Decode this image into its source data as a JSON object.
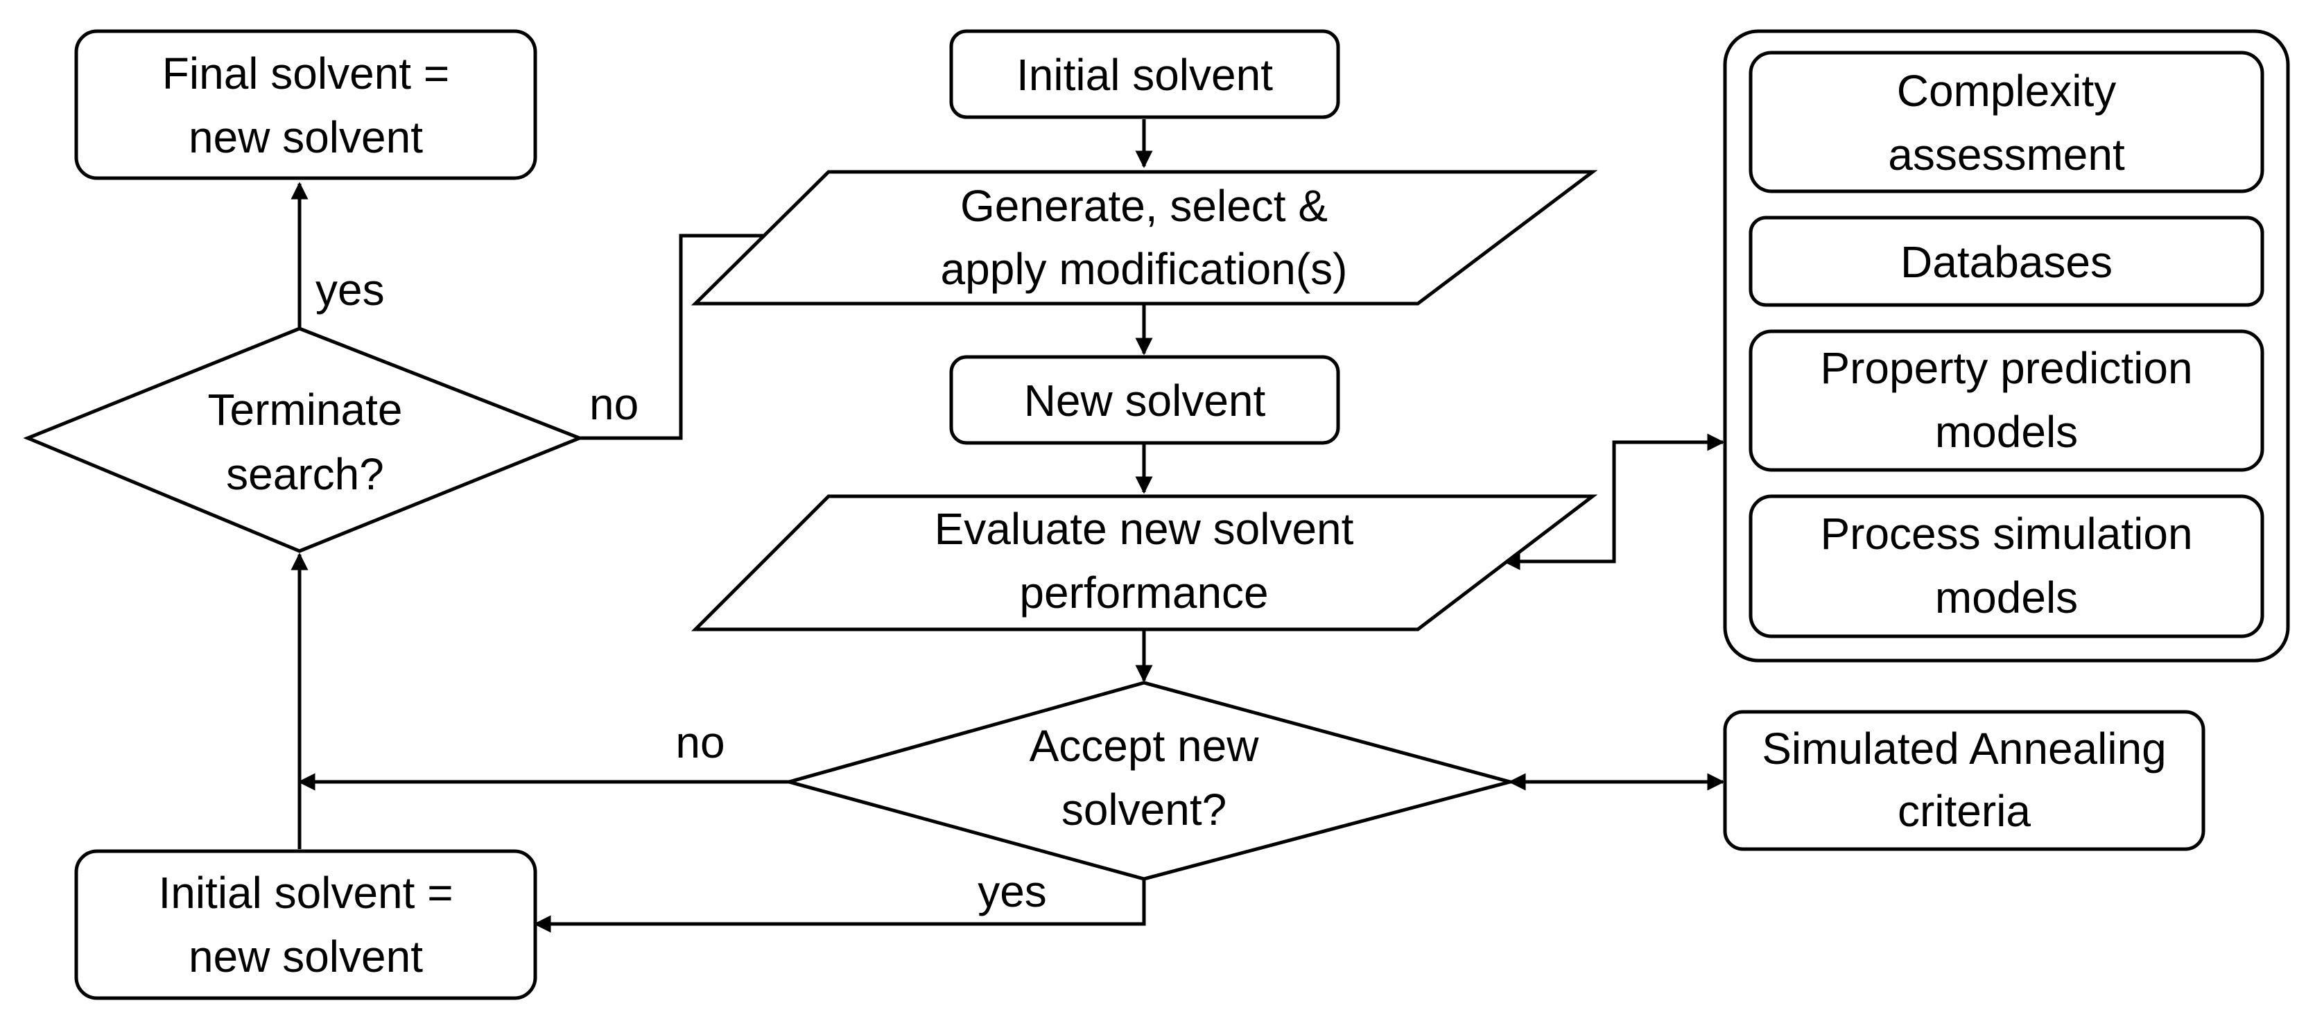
{
  "nodes": {
    "final_solvent": {
      "line1": "Final solvent =",
      "line2": "new solvent"
    },
    "initial_solvent": {
      "label": "Initial solvent"
    },
    "generate": {
      "line1": "Generate, select &",
      "line2": "apply modification(s)"
    },
    "new_solvent": {
      "label": "New solvent"
    },
    "evaluate": {
      "line1": "Evaluate new solvent",
      "line2": "performance"
    },
    "terminate": {
      "line1": "Terminate",
      "line2": "search?"
    },
    "accept": {
      "line1": "Accept new",
      "line2": "solvent?"
    },
    "initial_equals_new": {
      "line1": "Initial solvent =",
      "line2": "new solvent"
    },
    "simulated_annealing": {
      "line1": "Simulated Annealing",
      "line2": "criteria"
    }
  },
  "tools": {
    "complexity": {
      "line1": "Complexity",
      "line2": "assessment"
    },
    "databases": {
      "label": "Databases"
    },
    "property_prediction": {
      "line1": "Property prediction",
      "line2": "models"
    },
    "process_simulation": {
      "line1": "Process simulation",
      "line2": "models"
    }
  },
  "edge_labels": {
    "terminate_yes": "yes",
    "terminate_no": "no",
    "accept_no": "no",
    "accept_yes": "yes"
  }
}
